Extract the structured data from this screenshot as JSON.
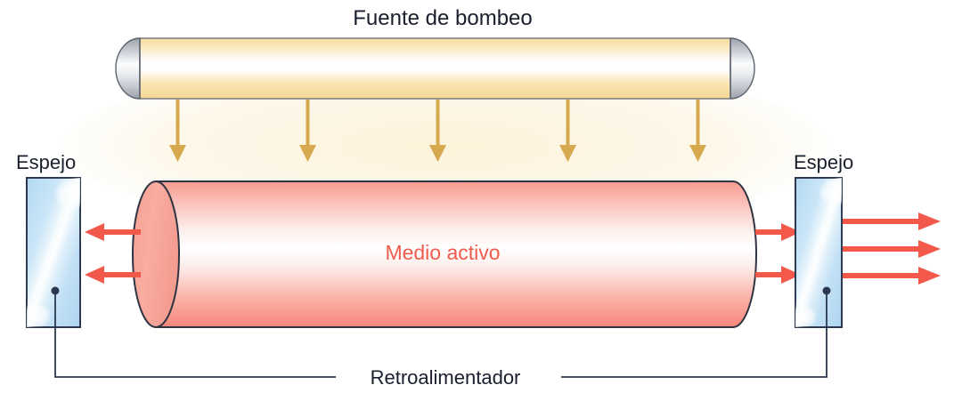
{
  "diagram": {
    "title": "Fuente de bombeo",
    "medium_label": "Medio activo",
    "feedback_label": "Retroalimentador",
    "mirror_left_label": "Espejo",
    "mirror_right_label": "Espejo",
    "colors": {
      "pump_body": "#fbe3a8",
      "pump_highlight": "#ffffff",
      "pump_cap": "#b9bcc4",
      "pump_arrow": "#d4a84b",
      "medium_body": "#f79a90",
      "medium_highlight": "#ffffff",
      "medium_face": "#f7a79c",
      "beam_arrow": "#f2594b",
      "mirror_glass": "#bddff5",
      "mirror_border": "#2b3850",
      "feedback_line": "#2b3850",
      "outline": "#3a3f4a",
      "text": "#1a1f2e",
      "glow": "#fdf6e3"
    },
    "pump_arrow_count": 5,
    "left_beam_arrow_count": 2,
    "right_beam_arrow_count": 2,
    "output_beam_arrow_count": 3
  }
}
